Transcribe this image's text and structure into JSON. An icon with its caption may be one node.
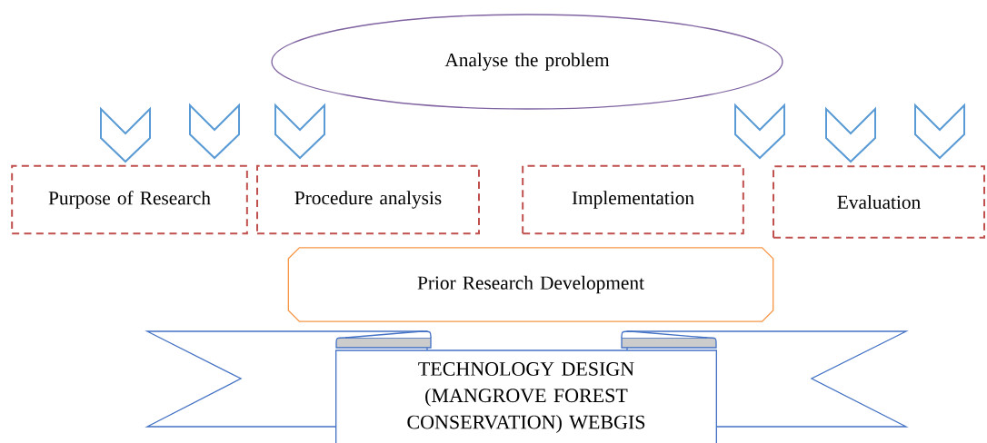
{
  "diagram": {
    "nodes": [
      {
        "text": [
          "Analyse the problem"
        ]
      },
      {
        "text": [
          "Purpose of Research"
        ]
      },
      {
        "text": [
          "Procedure analysis"
        ]
      },
      {
        "text": [
          "Implementation"
        ]
      },
      {
        "text": [
          "Evaluation"
        ]
      },
      {
        "text": [
          "Prior Research Development"
        ]
      },
      {
        "text": [
          "TECHNOLOGY DESIGN (MANGROVE FOREST CONSERVATION) WEBGIS"
        ]
      }
    ]
  }
}
